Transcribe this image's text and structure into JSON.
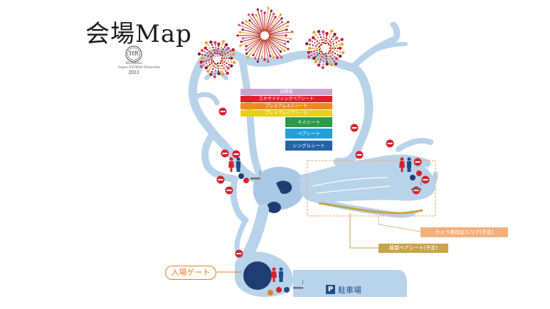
{
  "map": {
    "title": "会場Map",
    "emblem": {
      "monogram": "HR",
      "caption_line1": "Hiroshima",
      "caption_line2": "Super EXTRAS Fireworks",
      "year": "2023"
    },
    "legend": {
      "top": [
        {
          "label": "協賛席",
          "color": "#c9a4cf"
        },
        {
          "label": "エキサイティングペアシート",
          "color": "#d7232e"
        },
        {
          "label": "プレミアム４人シート",
          "color": "#ee8a23"
        },
        {
          "label": "プレミアムペアシート",
          "color": "#e8cf18"
        }
      ],
      "bottom": [
        {
          "label": "４人シート",
          "color": "#2c9a4a"
        },
        {
          "label": "ペアシート",
          "color": "#20a1d8"
        },
        {
          "label": "シングルシート",
          "color": "#2363a9"
        }
      ]
    },
    "labels": {
      "entrance_gate": "入場ゲート",
      "camera_area": "カメラ席指定エリア(予定)",
      "view_pair_seat": "展望ペアシート(予定)",
      "parking_symbol": "P",
      "parking": "駐車場"
    },
    "colors": {
      "water": "#b8d3ea",
      "water_dark": "#a9c8e5",
      "path_outline": "#ffffff",
      "accent_dark_blue": "#203d73",
      "no_entry_red": "#d72130",
      "toilet_female": "#d72130",
      "toilet_male": "#1d4d8c",
      "smoking_icon": "#6d6d6d",
      "gate_orange": "#e77f22",
      "camera_area": "#f3b07c",
      "view_seat": "#c8a44b",
      "firework_red": "#c8132f",
      "firework_gold": "#e6a41a"
    },
    "icons": [
      "firework-icon",
      "emblem-icon",
      "no-entry-icon",
      "toilet-icon",
      "smoking-area-icon",
      "parking-icon"
    ]
  }
}
